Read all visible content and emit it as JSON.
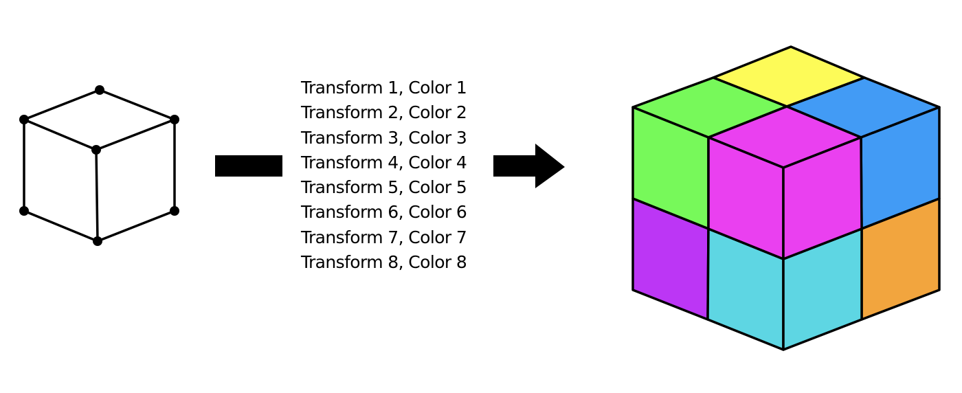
{
  "diagram": {
    "input_shape": {
      "name": "unit-cube-wireframe",
      "vertex_count": 7,
      "stroke": "#000000"
    },
    "operator_bar": {
      "color": "#000000"
    },
    "transform_list": [
      "Transform 1, Color 1",
      "Transform 2, Color 2",
      "Transform 3, Color 3",
      "Transform 4, Color 4",
      "Transform 5, Color 5",
      "Transform 6, Color 6",
      "Transform 7, Color 7",
      "Transform 8, Color 8"
    ],
    "arrow": {
      "color": "#000000",
      "direction": "right"
    },
    "output_shape": {
      "name": "2x2x2-colored-cube-assembly",
      "visible_cells": {
        "top_back_left": "#77F95A",
        "top_back": "#FDFB58",
        "top_back_right": "#429BF5",
        "top_front": "#EA40F0",
        "bottom_left": "#BC36F5",
        "bottom_front": "#5ED6E3",
        "bottom_right": "#F2A53E"
      }
    }
  }
}
